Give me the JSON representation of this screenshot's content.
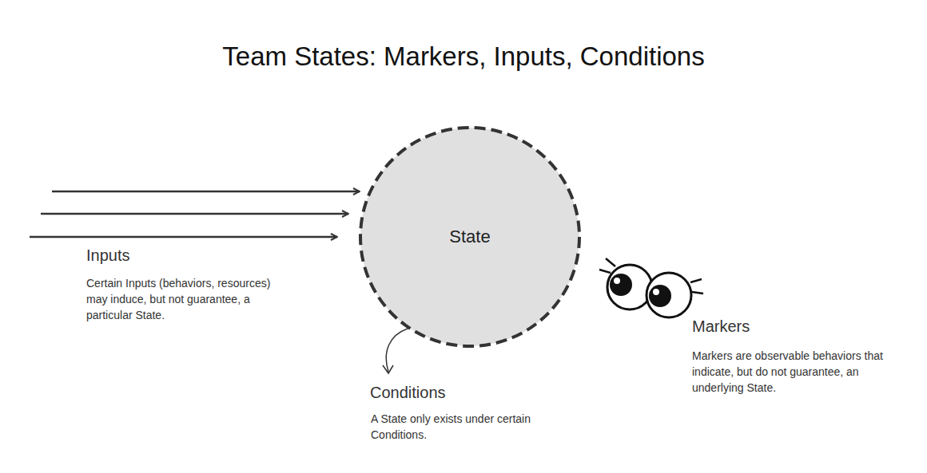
{
  "diagram": {
    "title": "Team States: Markers, Inputs, Conditions",
    "nodes": [
      {
        "text": [
          "State"
        ]
      }
    ],
    "labels": [
      "Inputs",
      "Certain Inputs (behaviors, resources) may induce, but not guarantee, a particular State.",
      "Conditions",
      "A State only exists under certain Conditions.",
      "Markers",
      "Markers are observable behaviors that indicate, but do not guarantee, an underlying State."
    ]
  }
}
